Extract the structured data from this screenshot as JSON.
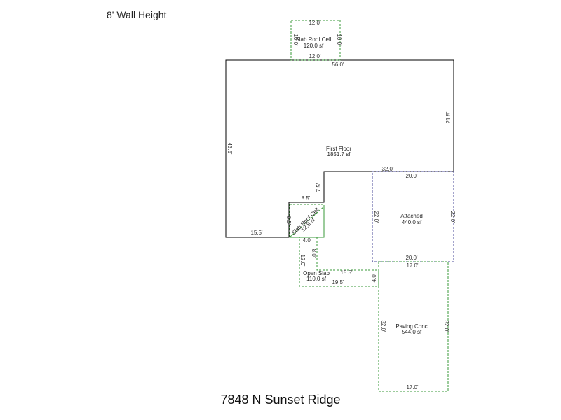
{
  "header": {
    "wall_height": "8' Wall Height"
  },
  "footer": {
    "address": "7848 N Sunset Ridge"
  },
  "areas": {
    "slab_roof_top": {
      "name": "Slab Roof Cell",
      "area": "120.0 sf",
      "top": "12.0'",
      "bottom": "12.0'",
      "left": "10.0'",
      "right": "10.0'"
    },
    "first_floor": {
      "name": "First Floor",
      "area": "1851.7 sf",
      "top": "56.0'",
      "right": "21.5'",
      "left": "43.5'",
      "notch": "32.0'",
      "step": "7.5'",
      "jog": "8.5'",
      "bottom_left": "15.5'",
      "bottom_step": "8.5'"
    },
    "slab_roof_lower": {
      "name": "Slab Roof Cell",
      "area": "12.8 sf"
    },
    "attached": {
      "name": "Attached",
      "area": "440.0 sf",
      "top": "20.0'",
      "bottom": "20.0'",
      "left": "22.0'",
      "right": "22.0'"
    },
    "open_slab": {
      "name": "Open Slab",
      "area": "110.0 sf",
      "top_small": "4.0'",
      "inner": "8.0'",
      "left": "12.0'",
      "mid": "15.5'",
      "bottom": "19.5'",
      "right": "4.0'"
    },
    "paving": {
      "name": "Paving Conc",
      "area": "544.0 sf",
      "top": "17.0'",
      "bottom": "17.0'",
      "left": "32.0'",
      "right": "32.0'"
    }
  },
  "colors": {
    "solid": "#000000",
    "green_dash": "#3a9a3a",
    "blue_dash": "#4a4a9a"
  }
}
